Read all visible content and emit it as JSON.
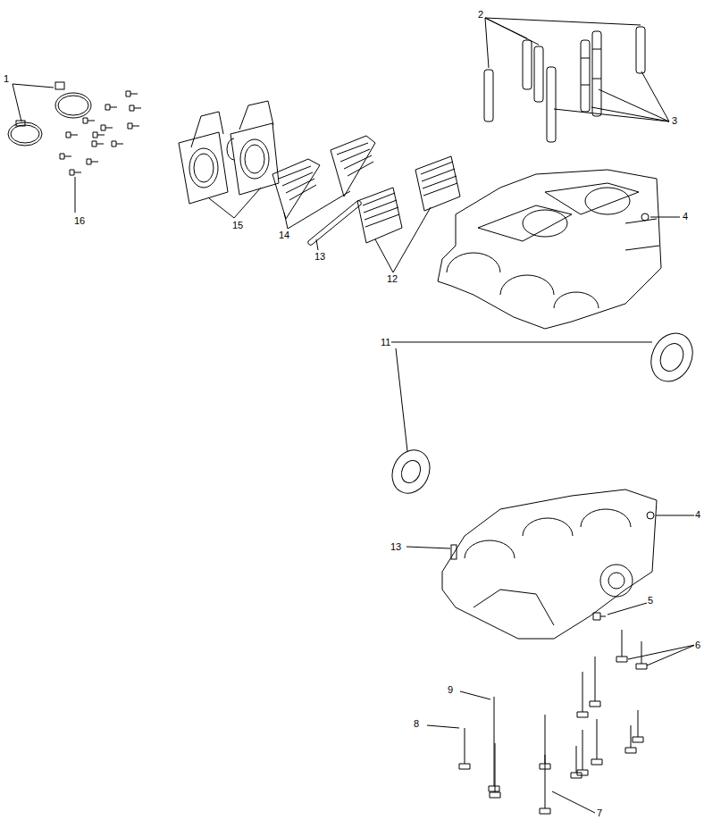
{
  "diagram": {
    "labels": [
      "2",
      "1",
      "3",
      "4",
      "16",
      "15",
      "14",
      "13",
      "12",
      "11",
      "4",
      "13",
      "5",
      "6",
      "9",
      "8",
      "7"
    ]
  }
}
